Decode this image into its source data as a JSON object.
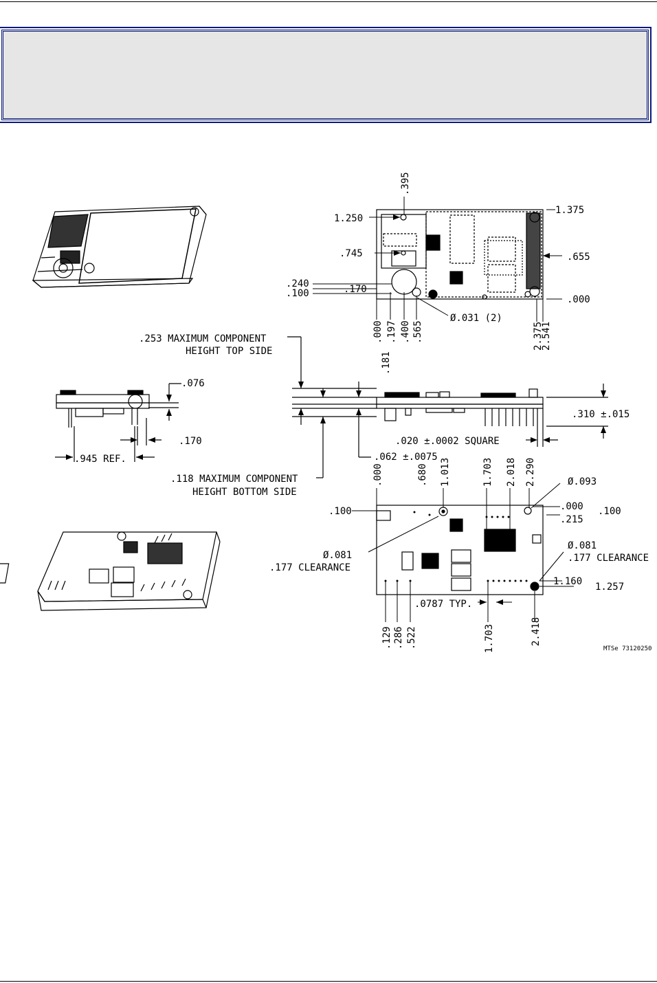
{
  "drawing": {
    "top_view": {
      "dim_395": ".395",
      "dim_1250": "1.250",
      "dim_1375": "1.375",
      "dim_745": ".745",
      "dim_655": ".655",
      "dim_240": ".240",
      "dim_170": ".170",
      "dim_100": ".100",
      "dim_000_right": ".000",
      "dim_000_bottom": ".000",
      "dim_197": ".197",
      "dim_400": ".400",
      "dim_565": ".565",
      "dim_dia031": "Ø.031 (2)",
      "dim_2375": "2.375",
      "dim_2541": "2.541"
    },
    "side_view": {
      "max_top_line1": ".253 MAXIMUM COMPONENT",
      "max_top_line2": "HEIGHT TOP SIDE",
      "dim_181": ".181",
      "dim_076": ".076",
      "dim_170": ".170",
      "dim_945": ".945 REF.",
      "dim_310": ".310 ±.015",
      "dim_020": ".020 ±.0002 SQUARE",
      "dim_062": ".062 ±.0075",
      "max_bottom_line1": ".118 MAXIMUM COMPONENT",
      "max_bottom_line2": "HEIGHT BOTTOM SIDE"
    },
    "bottom_view": {
      "dim_000_top": ".000",
      "dim_680": ".680",
      "dim_1013": "1.013",
      "dim_1703_top": "1.703",
      "dim_2018": "2.018",
      "dim_2290": "2.290",
      "dim_dia093": "Ø.093",
      "dim_100_left": ".100",
      "dim_000_right": ".000",
      "dim_100_right": ".100",
      "dim_215": ".215",
      "dim_dia081_left": "Ø.081",
      "clear_left": ".177 CLEARANCE",
      "dim_dia081_right": "Ø.081",
      "clear_right": ".177 CLEARANCE",
      "dim_1160": "1.160",
      "dim_1257": "1.257",
      "dim_0787": ".0787 TYP.",
      "dim_129": ".129",
      "dim_286": ".286",
      "dim_522": ".522",
      "dim_1703_bottom": "1.703",
      "dim_2418": "2.418"
    },
    "drawing_id": "MTSe 73120250"
  }
}
